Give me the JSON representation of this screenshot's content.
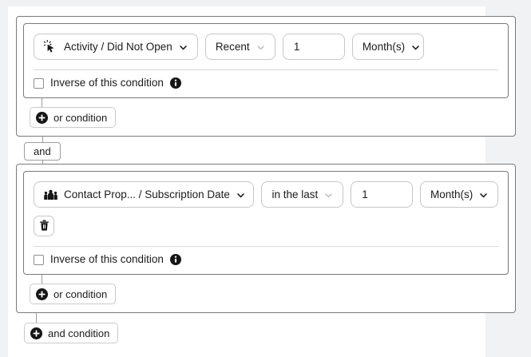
{
  "builder": {
    "and_groups": [
      {
        "conditions": [
          {
            "field_icon": "cursor-click-icon",
            "field_label": "Activity / Did Not Open",
            "operator_label": "Recent",
            "value": "1",
            "unit_label": "Month(s)",
            "has_delete": false,
            "inverse_label": "Inverse of this condition",
            "inverse_checked": false
          }
        ],
        "or_button_label": "or condition"
      },
      {
        "conditions": [
          {
            "field_icon": "contacts-group-icon",
            "field_label": "Contact Prop... / Subscription Date",
            "operator_label": "in the last",
            "value": "1",
            "unit_label": "Month(s)",
            "has_delete": true,
            "inverse_label": "Inverse of this condition",
            "inverse_checked": false
          }
        ],
        "or_button_label": "or condition"
      }
    ],
    "and_separator_label": "and",
    "and_button_label": "and condition",
    "icons": {
      "delete": "trash-icon",
      "info": "info-icon",
      "plus": "plus-circle-icon",
      "chevron": "chevron-down-icon"
    },
    "colors": {
      "page_background": "#f1f2f3",
      "card_background": "#ffffff",
      "group_border": "#7a7a7a",
      "control_border": "#c4c7ca",
      "text": "#1b1b1b",
      "chevron_muted": "#b4b8bc",
      "accent_dark": "#161616"
    }
  }
}
